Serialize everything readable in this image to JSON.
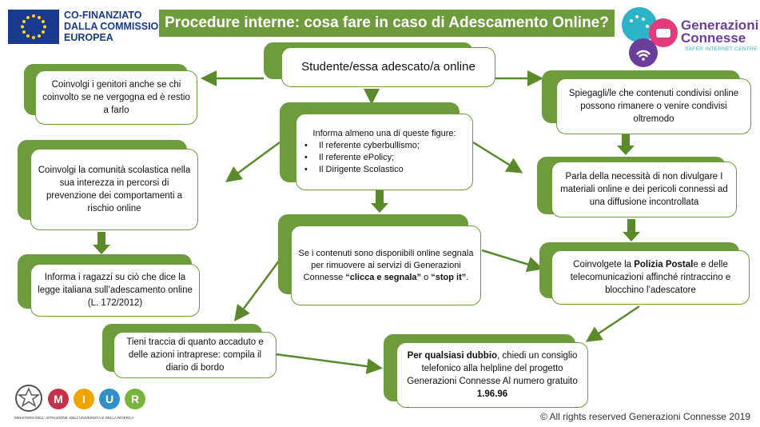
{
  "header": {
    "eu_line1": "CO-FINANZIATO",
    "eu_line2": "DALLA COMMISSIONE",
    "eu_line3": "EUROPEA",
    "title": "Procedure interne: cosa fare in caso di Adescamento Online?",
    "gc_name1": "Generazioni",
    "gc_name2": "Connesse",
    "gc_sub": "SAFER INTERNET CENTRE"
  },
  "boxes": {
    "student": "Studente/essa adescato/a online",
    "parents": "Coinvolgi i genitori anche se chi coinvolto se ne vergogna ed è restio a farlo",
    "explain": "Spiegagli/le che contenuti condivisi online possono rimanere o venire condivisi oltremodo",
    "inform_title": "Informa almeno una di queste figure:",
    "inform_items": [
      "Il referente cyberbullismo;",
      "Il referente ePolicy;",
      "Il Dirigente Scolastico"
    ],
    "community": "Coinvolgi la comunità scolastica nella sua interezza in percorsi di prevenzione dei comportamenti a rischio online",
    "divulge": "Parla della necessità di non divulgare I materiali online e dei pericoli connessi ad una diffusione incontrollata",
    "law": "Informa i ragazzi su ciò che dice la legge italiana sull’adescamento online (L. 172/2012)",
    "report_1": "Se i contenuti sono disponibili online segnala per rimuovere ai servizi di  Generazioni Connesse ",
    "report_b1": "“clicca e segnala”",
    "report_2": " o ",
    "report_b2": "“stop it”",
    "report_3": ".",
    "police_1": "Coinvolgete la ",
    "police_b": "Polizia Postal",
    "police_2": "e e delle telecomunicazioni affinché rintraccino e blocchino l’adescatore",
    "track": "Tieni traccia di quanto accaduto e delle azioni intraprese: compila il diario di bordo",
    "doubt_b": "Per qualsiasi dubbio",
    "doubt_1": ", chiedi un consiglio telefonico alla helpline  del progetto Generazioni Connesse Al numero gratuito ",
    "doubt_num": "1.96.96"
  },
  "footer": {
    "miur_caption": "MINISTERO DELL’ ISTRUZIONE, DELL’UNIVERSITÀ E DELLA RICERCA",
    "copyright": "© All rights reserved Generazioni Connesse  2019"
  },
  "colors": {
    "accent_green": "#6e9b3c",
    "eu_blue": "#1a3a8f",
    "gc_purple": "#6a3e9a",
    "gc_teal": "#2bb3c8"
  }
}
